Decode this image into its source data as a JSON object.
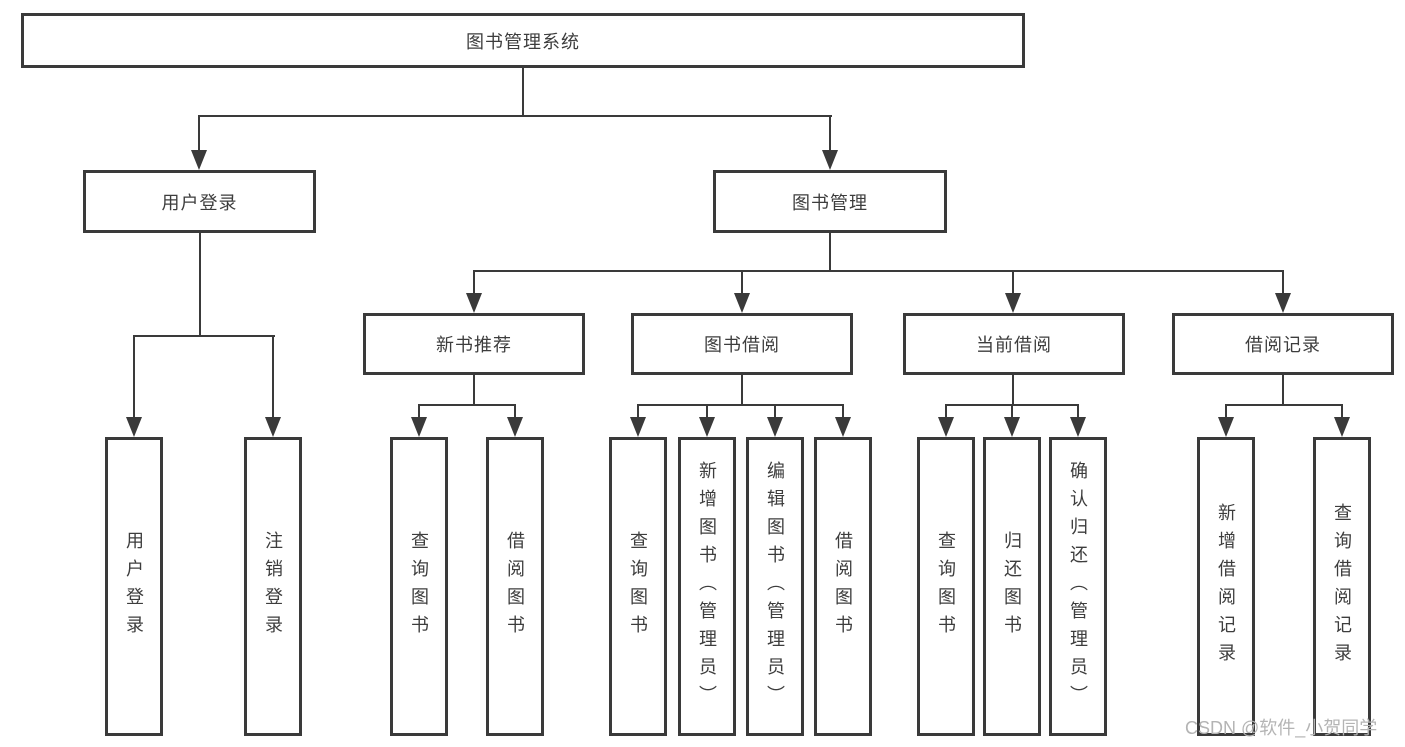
{
  "diagram": {
    "root": {
      "label": "图书管理系统"
    },
    "branches": [
      {
        "label": "用户登录",
        "children": [
          {
            "label": "用户登录"
          },
          {
            "label": "注销登录"
          }
        ]
      },
      {
        "label": "图书管理",
        "children": [
          {
            "label": "新书推荐",
            "children": [
              {
                "label": "查询图书"
              },
              {
                "label": "借阅图书"
              }
            ]
          },
          {
            "label": "图书借阅",
            "children": [
              {
                "label": "查询图书"
              },
              {
                "label": "新增图书（管理员）"
              },
              {
                "label": "编辑图书（管理员）"
              },
              {
                "label": "借阅图书"
              }
            ]
          },
          {
            "label": "当前借阅",
            "children": [
              {
                "label": "查询图书"
              },
              {
                "label": "归还图书"
              },
              {
                "label": "确认归还（管理员）"
              }
            ]
          },
          {
            "label": "借阅记录",
            "children": [
              {
                "label": "新增借阅记录"
              },
              {
                "label": "查询借阅记录"
              }
            ]
          }
        ]
      }
    ],
    "watermark": "CSDN @软件_小贺同学",
    "colors": {
      "line": "#3a3a3a",
      "text": "#3d3d3d",
      "watermark": "#b4b4b4",
      "background": "#ffffff"
    }
  }
}
